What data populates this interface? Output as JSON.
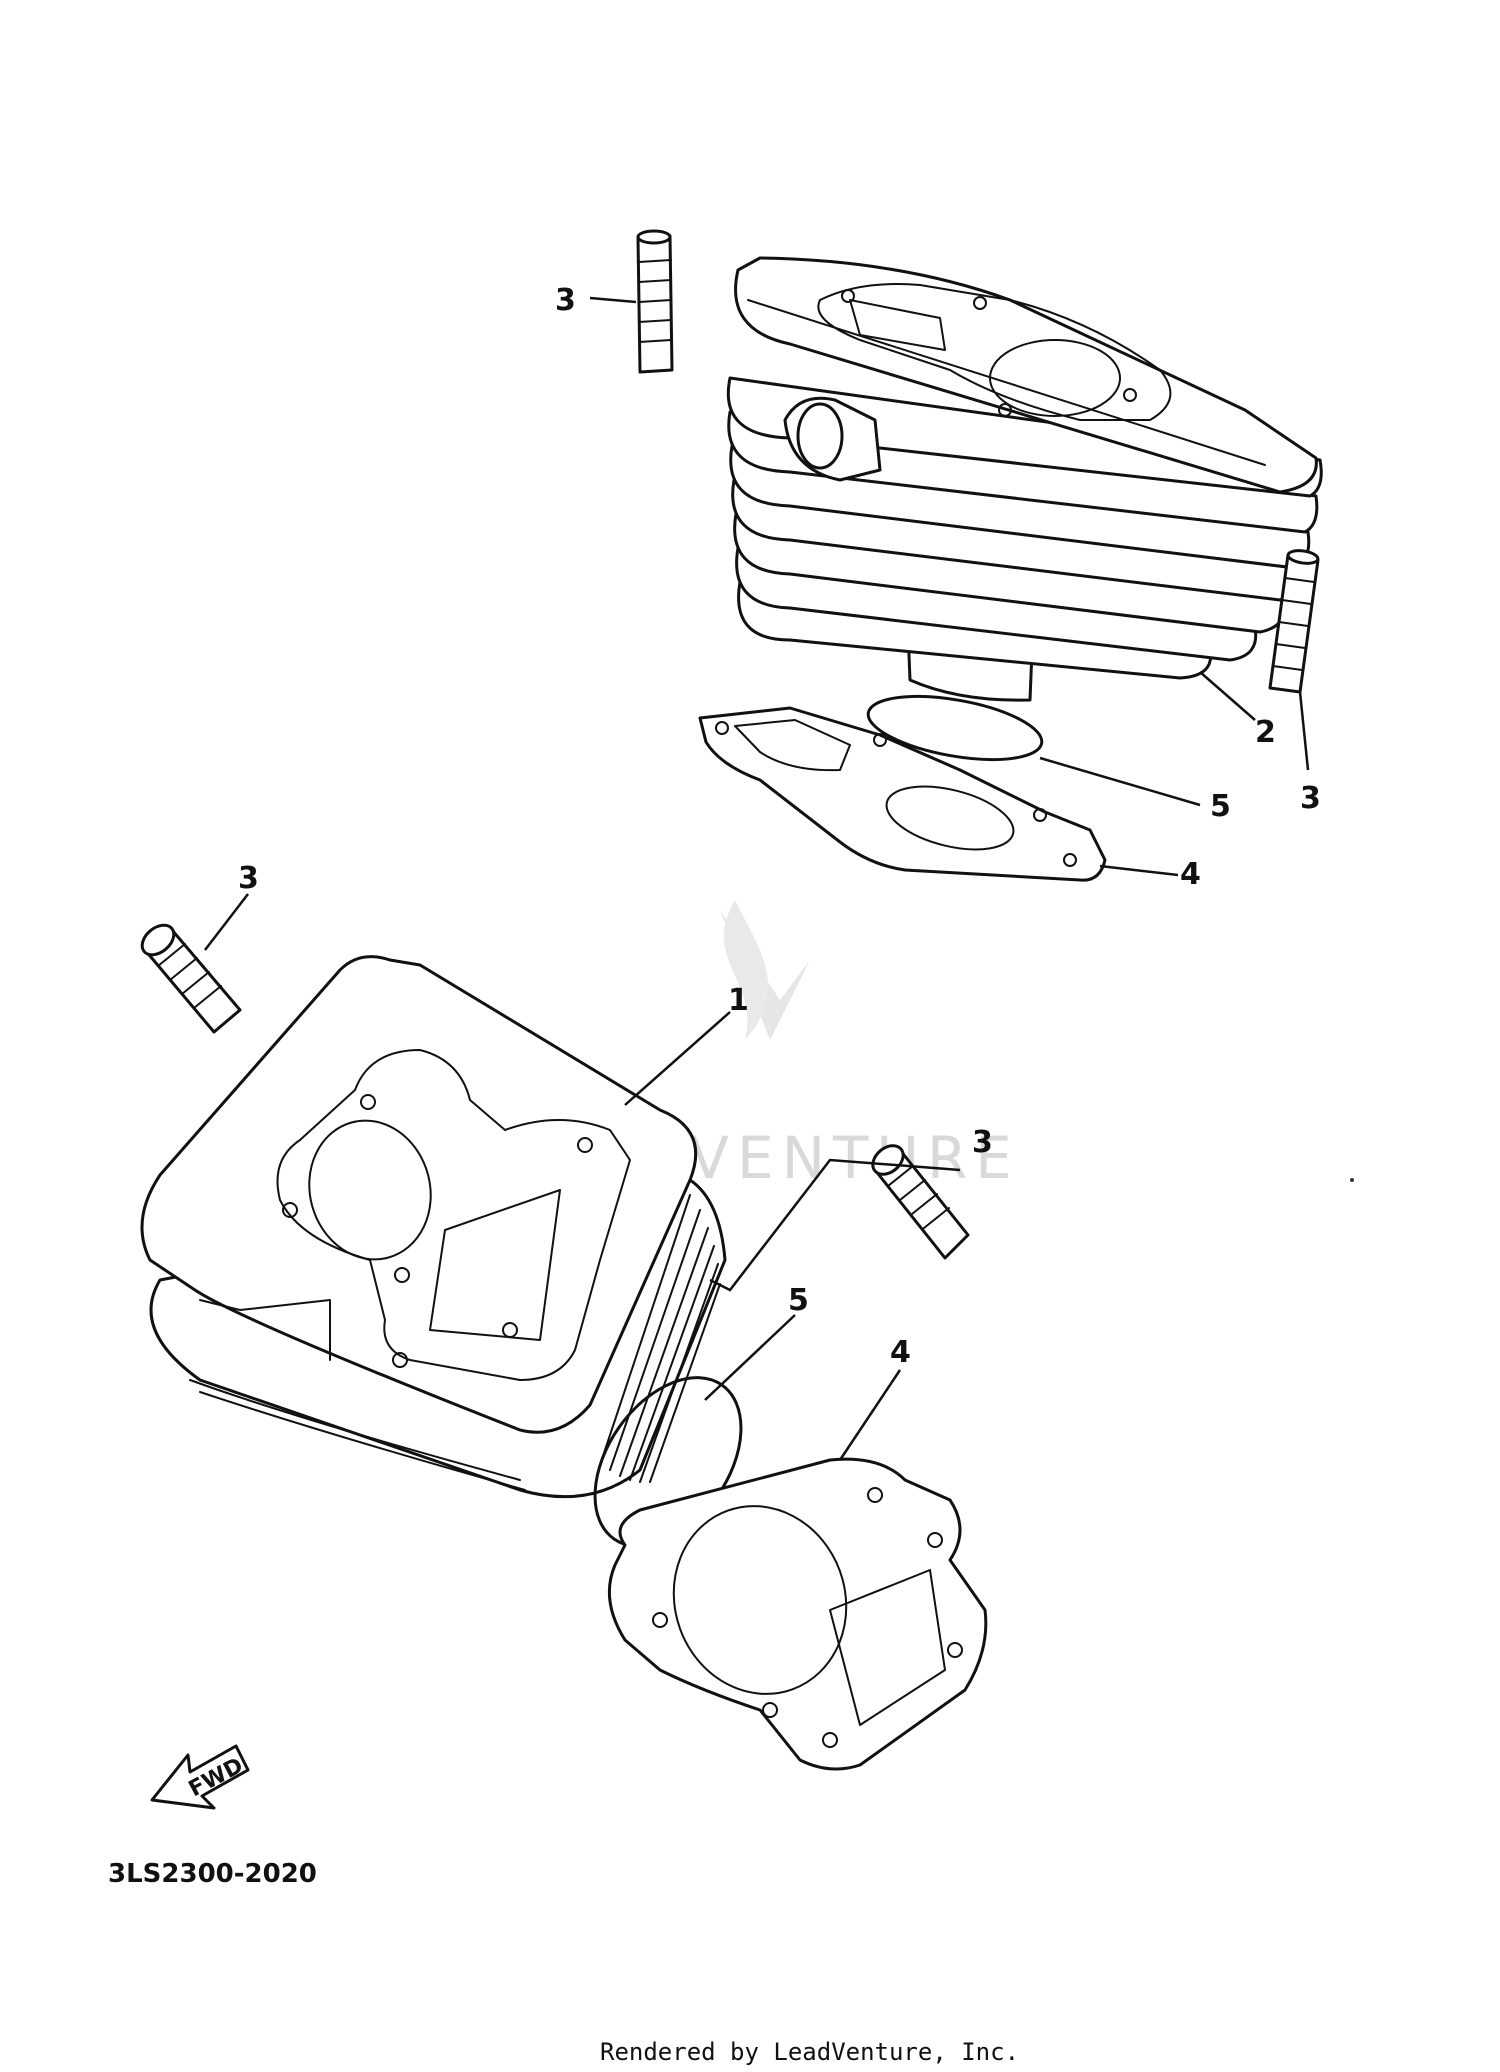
{
  "callouts": {
    "c1": "1",
    "c2": "2",
    "c3a": "3",
    "c3b": "3",
    "c3c": "3",
    "c3d": "3",
    "c4a": "4",
    "c4b": "4",
    "c5a": "5",
    "c5b": "5"
  },
  "part_code": "3LS2300-2020",
  "fwd_label": "FWD",
  "watermark": "LEADVENTURE",
  "footer": "Rendered by LeadVenture, Inc."
}
